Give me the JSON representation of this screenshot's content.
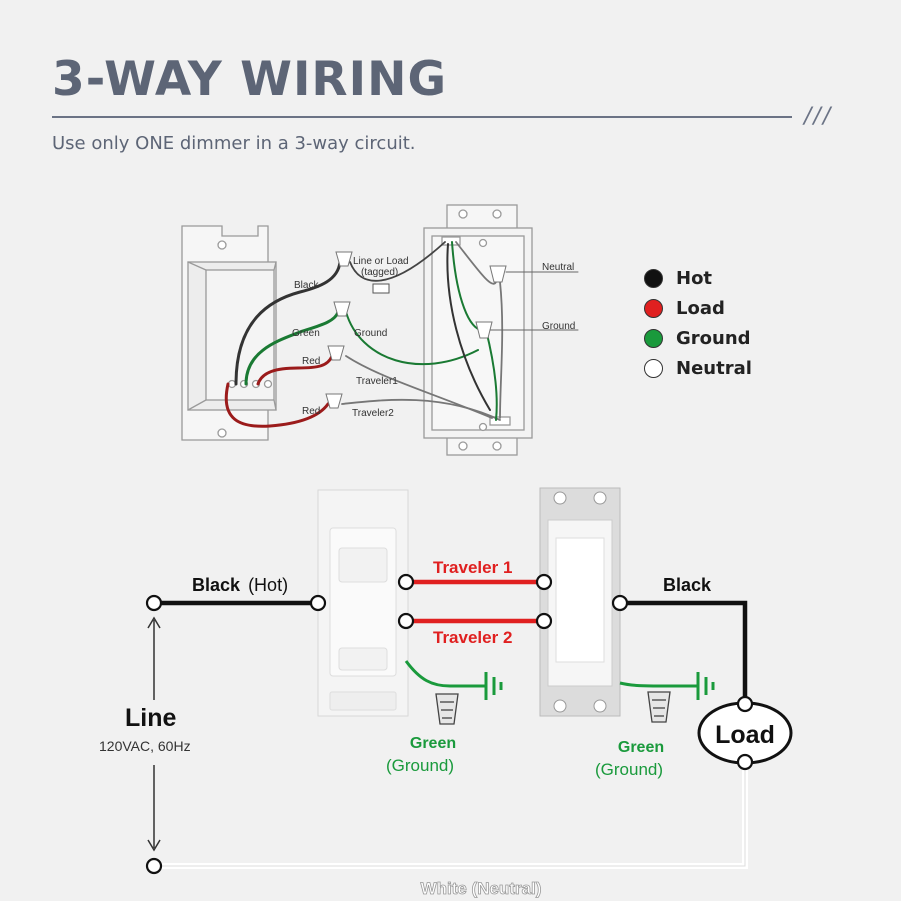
{
  "header": {
    "title": "3-WAY WIRING",
    "slashes": "///",
    "subtitle": "Use only ONE dimmer in a 3-way circuit."
  },
  "detail_diagram": {
    "labels": {
      "black": "Black",
      "line_or_load": "Line or Load",
      "tagged": "(tagged)",
      "neutral": "Neutral",
      "green": "Green",
      "ground": "Ground",
      "ground_right": "Ground",
      "red1": "Red",
      "traveler1": "Traveler1",
      "red2": "Red",
      "traveler2": "Traveler2"
    }
  },
  "legend": [
    {
      "label": "Hot",
      "color": "#111111"
    },
    {
      "label": "Load",
      "color": "#e02020"
    },
    {
      "label": "Ground",
      "color": "#1a9a3c"
    },
    {
      "label": "Neutral",
      "color": "#ffffff"
    }
  ],
  "schematic": {
    "black_hot_bold": "Black",
    "black_hot_paren": "(Hot)",
    "traveler1": "Traveler 1",
    "traveler2": "Traveler 2",
    "black_right": "Black",
    "line": "Line",
    "line_spec": "120VAC, 60Hz",
    "green_left": "Green",
    "ground_left": "(Ground)",
    "green_right": "Green",
    "ground_right": "(Ground)",
    "load": "Load",
    "neutral": "White (Neutral)"
  },
  "colors": {
    "hot": "#111111",
    "traveler": "#e02020",
    "ground": "#1a9a3c",
    "neutral": "#ffffff",
    "heading": "#5d6576"
  }
}
